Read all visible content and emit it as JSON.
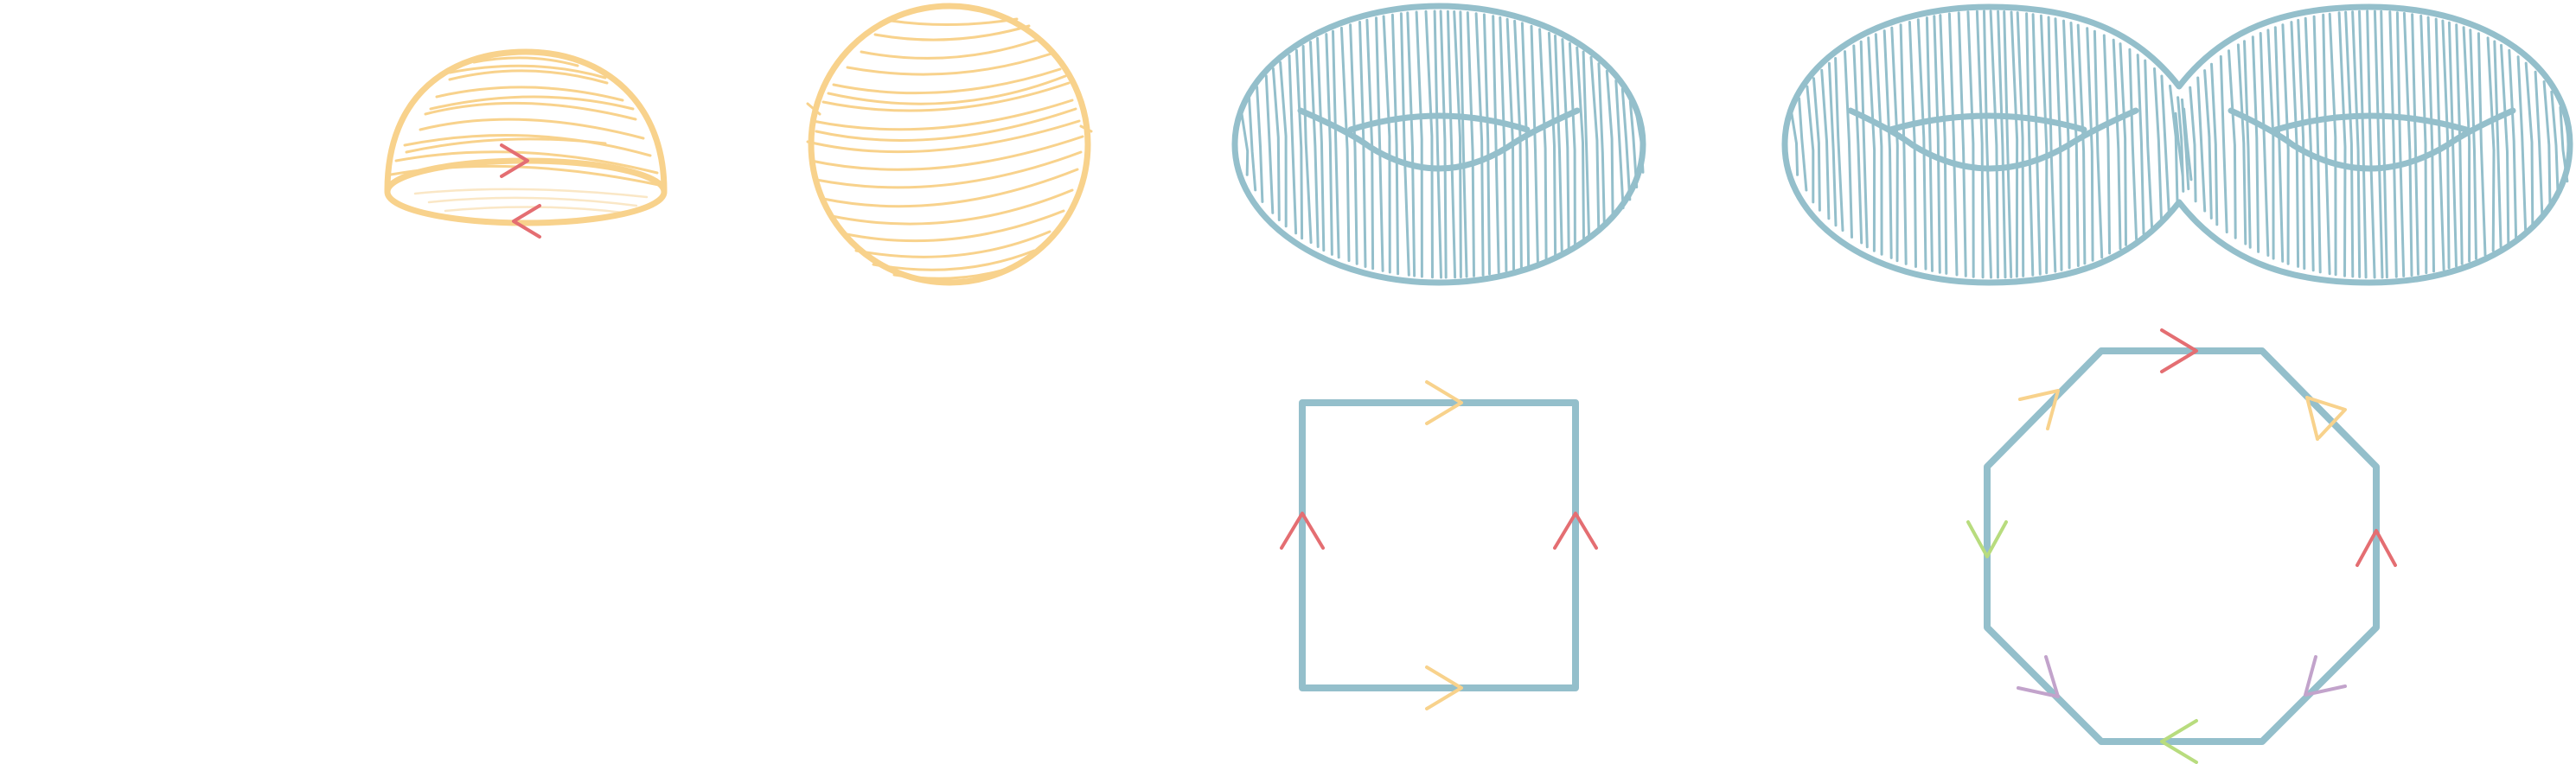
{
  "colors": {
    "background": "#ffffff",
    "yellow": "#f8d28c",
    "yellow_light": "#fae7c6",
    "teal": "#94bfcb",
    "red": "#e46e72",
    "green": "#b8dc7e",
    "purple": "#c2a3cb"
  },
  "figures": {
    "top_row": [
      {
        "name": "hemisphere-disk",
        "description_icon": "hemisphere-icon",
        "color": "yellow",
        "hatched": true
      },
      {
        "name": "sphere",
        "description_icon": "sphere-icon",
        "color": "yellow",
        "hatched": true
      },
      {
        "name": "torus",
        "description_icon": "torus-icon",
        "color": "teal",
        "hatched": true,
        "genus": 1
      },
      {
        "name": "double-torus",
        "description_icon": "double-torus-icon",
        "color": "teal",
        "hatched": true,
        "genus": 2
      }
    ],
    "bottom_row": [
      {
        "name": "square-identification",
        "sides": 4,
        "edge_arrows": [
          "yellow",
          "red",
          "yellow",
          "red"
        ]
      },
      {
        "name": "octagon-identification",
        "sides": 8,
        "edge_arrows": [
          "red",
          "yellow",
          "red",
          "purple",
          "green",
          "purple",
          "green",
          "yellow"
        ]
      }
    ]
  }
}
